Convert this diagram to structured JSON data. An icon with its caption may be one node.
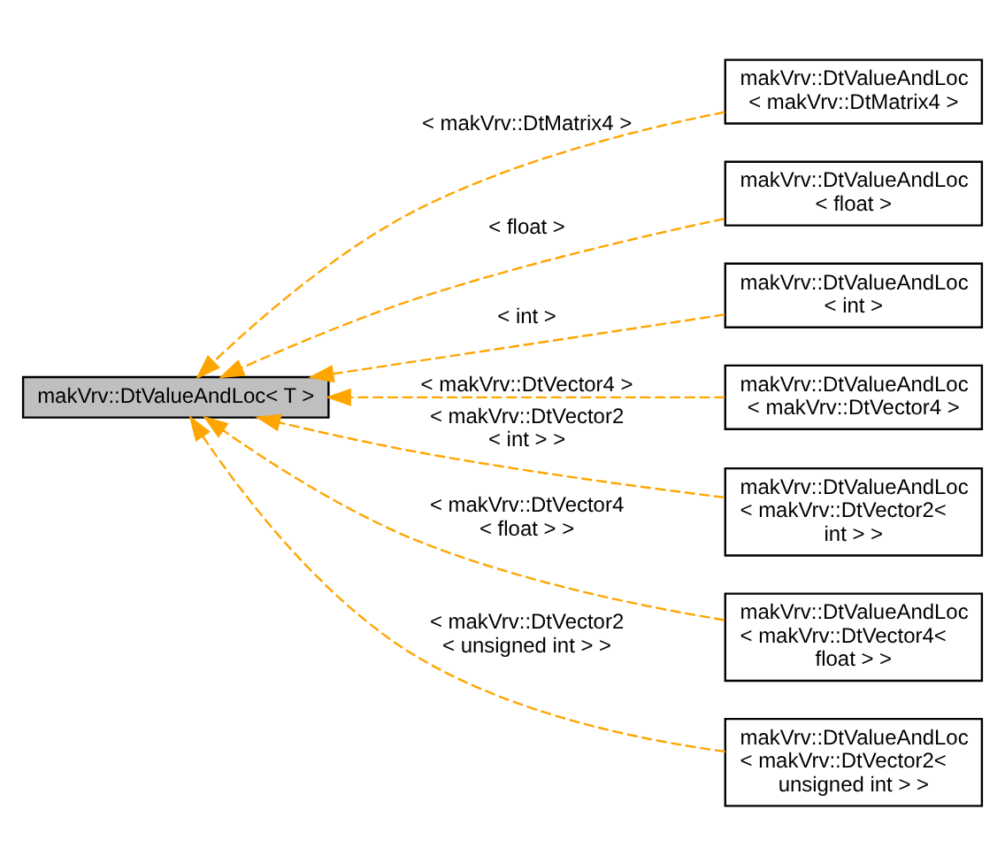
{
  "diagram": {
    "nodes": [
      {
        "text": [
          "makVrv::DtValueAndLoc< T >"
        ]
      },
      {
        "text": [
          "makVrv::DtValueAndLoc < makVrv::DtMatrix4 >"
        ]
      },
      {
        "text": [
          "makVrv::DtValueAndLoc < float >"
        ]
      },
      {
        "text": [
          "makVrv::DtValueAndLoc < int >"
        ]
      },
      {
        "text": [
          "makVrv::DtValueAndLoc < makVrv::DtVector4 >"
        ]
      },
      {
        "text": [
          "makVrv::DtValueAndLoc < makVrv::DtVector2< int > >"
        ]
      },
      {
        "text": [
          "makVrv::DtValueAndLoc < makVrv::DtVector4< float > >"
        ]
      },
      {
        "text": [
          "makVrv::DtValueAndLoc < makVrv::DtVector2< unsigned int > >"
        ]
      }
    ],
    "edges": [
      {
        "from": 1,
        "to": 0,
        "arrow": "to",
        "label": "< makVrv::DtMatrix4 >",
        "style": "dashed",
        "color": "#ffa500"
      },
      {
        "from": 2,
        "to": 0,
        "arrow": "to",
        "label": "< float >",
        "style": "dashed",
        "color": "#ffa500"
      },
      {
        "from": 3,
        "to": 0,
        "arrow": "to",
        "label": "< int >",
        "style": "dashed",
        "color": "#ffa500"
      },
      {
        "from": 4,
        "to": 0,
        "arrow": "to",
        "label": "< makVrv::DtVector4 >",
        "style": "dashed",
        "color": "#ffa500"
      },
      {
        "from": 5,
        "to": 0,
        "arrow": "to",
        "label": "< makVrv::DtVector2 < int > >",
        "style": "dashed",
        "color": "#ffa500"
      },
      {
        "from": 6,
        "to": 0,
        "arrow": "to",
        "label": "< makVrv::DtVector4 < float > >",
        "style": "dashed",
        "color": "#ffa500"
      },
      {
        "from": 7,
        "to": 0,
        "arrow": "to",
        "label": "< makVrv::DtVector2 < unsigned int > >",
        "style": "dashed",
        "color": "#ffa500"
      }
    ]
  }
}
